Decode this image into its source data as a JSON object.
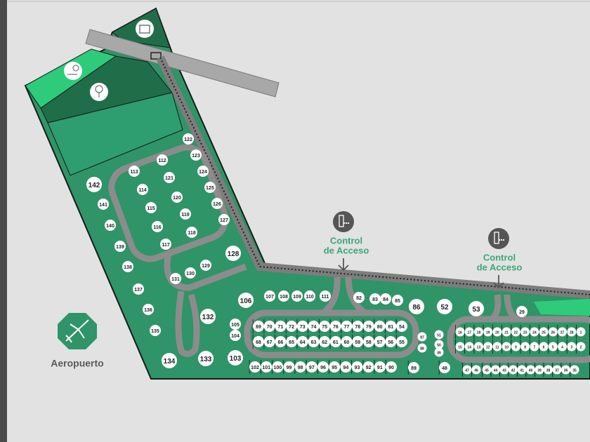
{
  "map": {
    "colors": {
      "background": "#e2e2e2",
      "lot": "#2f9467",
      "dark_area": "#1f6e49",
      "light_area": "#2ecc7a",
      "road": "#8c8c8c",
      "outline": "#1a1a1a",
      "access_icon": "#555555",
      "accent_text": "#3aa877"
    },
    "landmarks": {
      "airport": {
        "label": "Aeropuerto",
        "icon": "airplane-icon"
      },
      "access_control_1": {
        "label_line1": "Control",
        "label_line2": "de Acceso",
        "icon": "gate-barrier-icon"
      },
      "access_control_2": {
        "label_line1": "Control",
        "label_line2": "de Acceso",
        "icon": "gate-barrier-icon"
      },
      "amenities": [
        {
          "icon": "store-icon"
        },
        {
          "icon": "park-bench-tree-icon"
        },
        {
          "icon": "tree-icon"
        }
      ]
    },
    "lots": {
      "west_block": [
        "113",
        "112",
        "122",
        "123",
        "124",
        "114",
        "121",
        "125",
        "115",
        "120",
        "126",
        "116",
        "119",
        "127",
        "117",
        "118",
        "128",
        "129",
        "130",
        "131",
        "132",
        "133",
        "134",
        "135",
        "136",
        "137",
        "138",
        "139",
        "140",
        "141",
        "142"
      ],
      "north_row": [
        "106",
        "107",
        "108",
        "109",
        "110",
        "111",
        "82",
        "83",
        "84",
        "85",
        "86",
        "52",
        "53",
        "29"
      ],
      "loop_a_top": [
        "69",
        "70",
        "71",
        "72",
        "73",
        "74",
        "75",
        "76",
        "77",
        "78",
        "79",
        "80",
        "81",
        "54"
      ],
      "loop_a_bottom": [
        "68",
        "67",
        "66",
        "65",
        "64",
        "63",
        "62",
        "61",
        "60",
        "59",
        "58",
        "57",
        "56",
        "55"
      ],
      "west_small": [
        "105",
        "104",
        "103"
      ],
      "south_row": [
        "102",
        "101",
        "100",
        "99",
        "98",
        "97",
        "96",
        "95",
        "94",
        "93",
        "92",
        "91",
        "90",
        "89",
        "48"
      ],
      "middle": [
        "87",
        "88",
        "51",
        "50",
        "49"
      ],
      "loop_b_top": [
        "16",
        "17",
        "18",
        "19",
        "20",
        "21",
        "22",
        "23",
        "24",
        "25",
        "26",
        "27",
        "28",
        "1"
      ],
      "loop_b_bottom": [
        "15",
        "14",
        "13",
        "12",
        "11",
        "10",
        "9",
        "8",
        "7",
        "6",
        "5",
        "4",
        "3",
        "2"
      ],
      "loop_b_south": [
        "47",
        "46",
        "45",
        "44",
        "43",
        "42",
        "41",
        "40",
        "39",
        "38",
        "37",
        "36",
        "35"
      ]
    }
  }
}
